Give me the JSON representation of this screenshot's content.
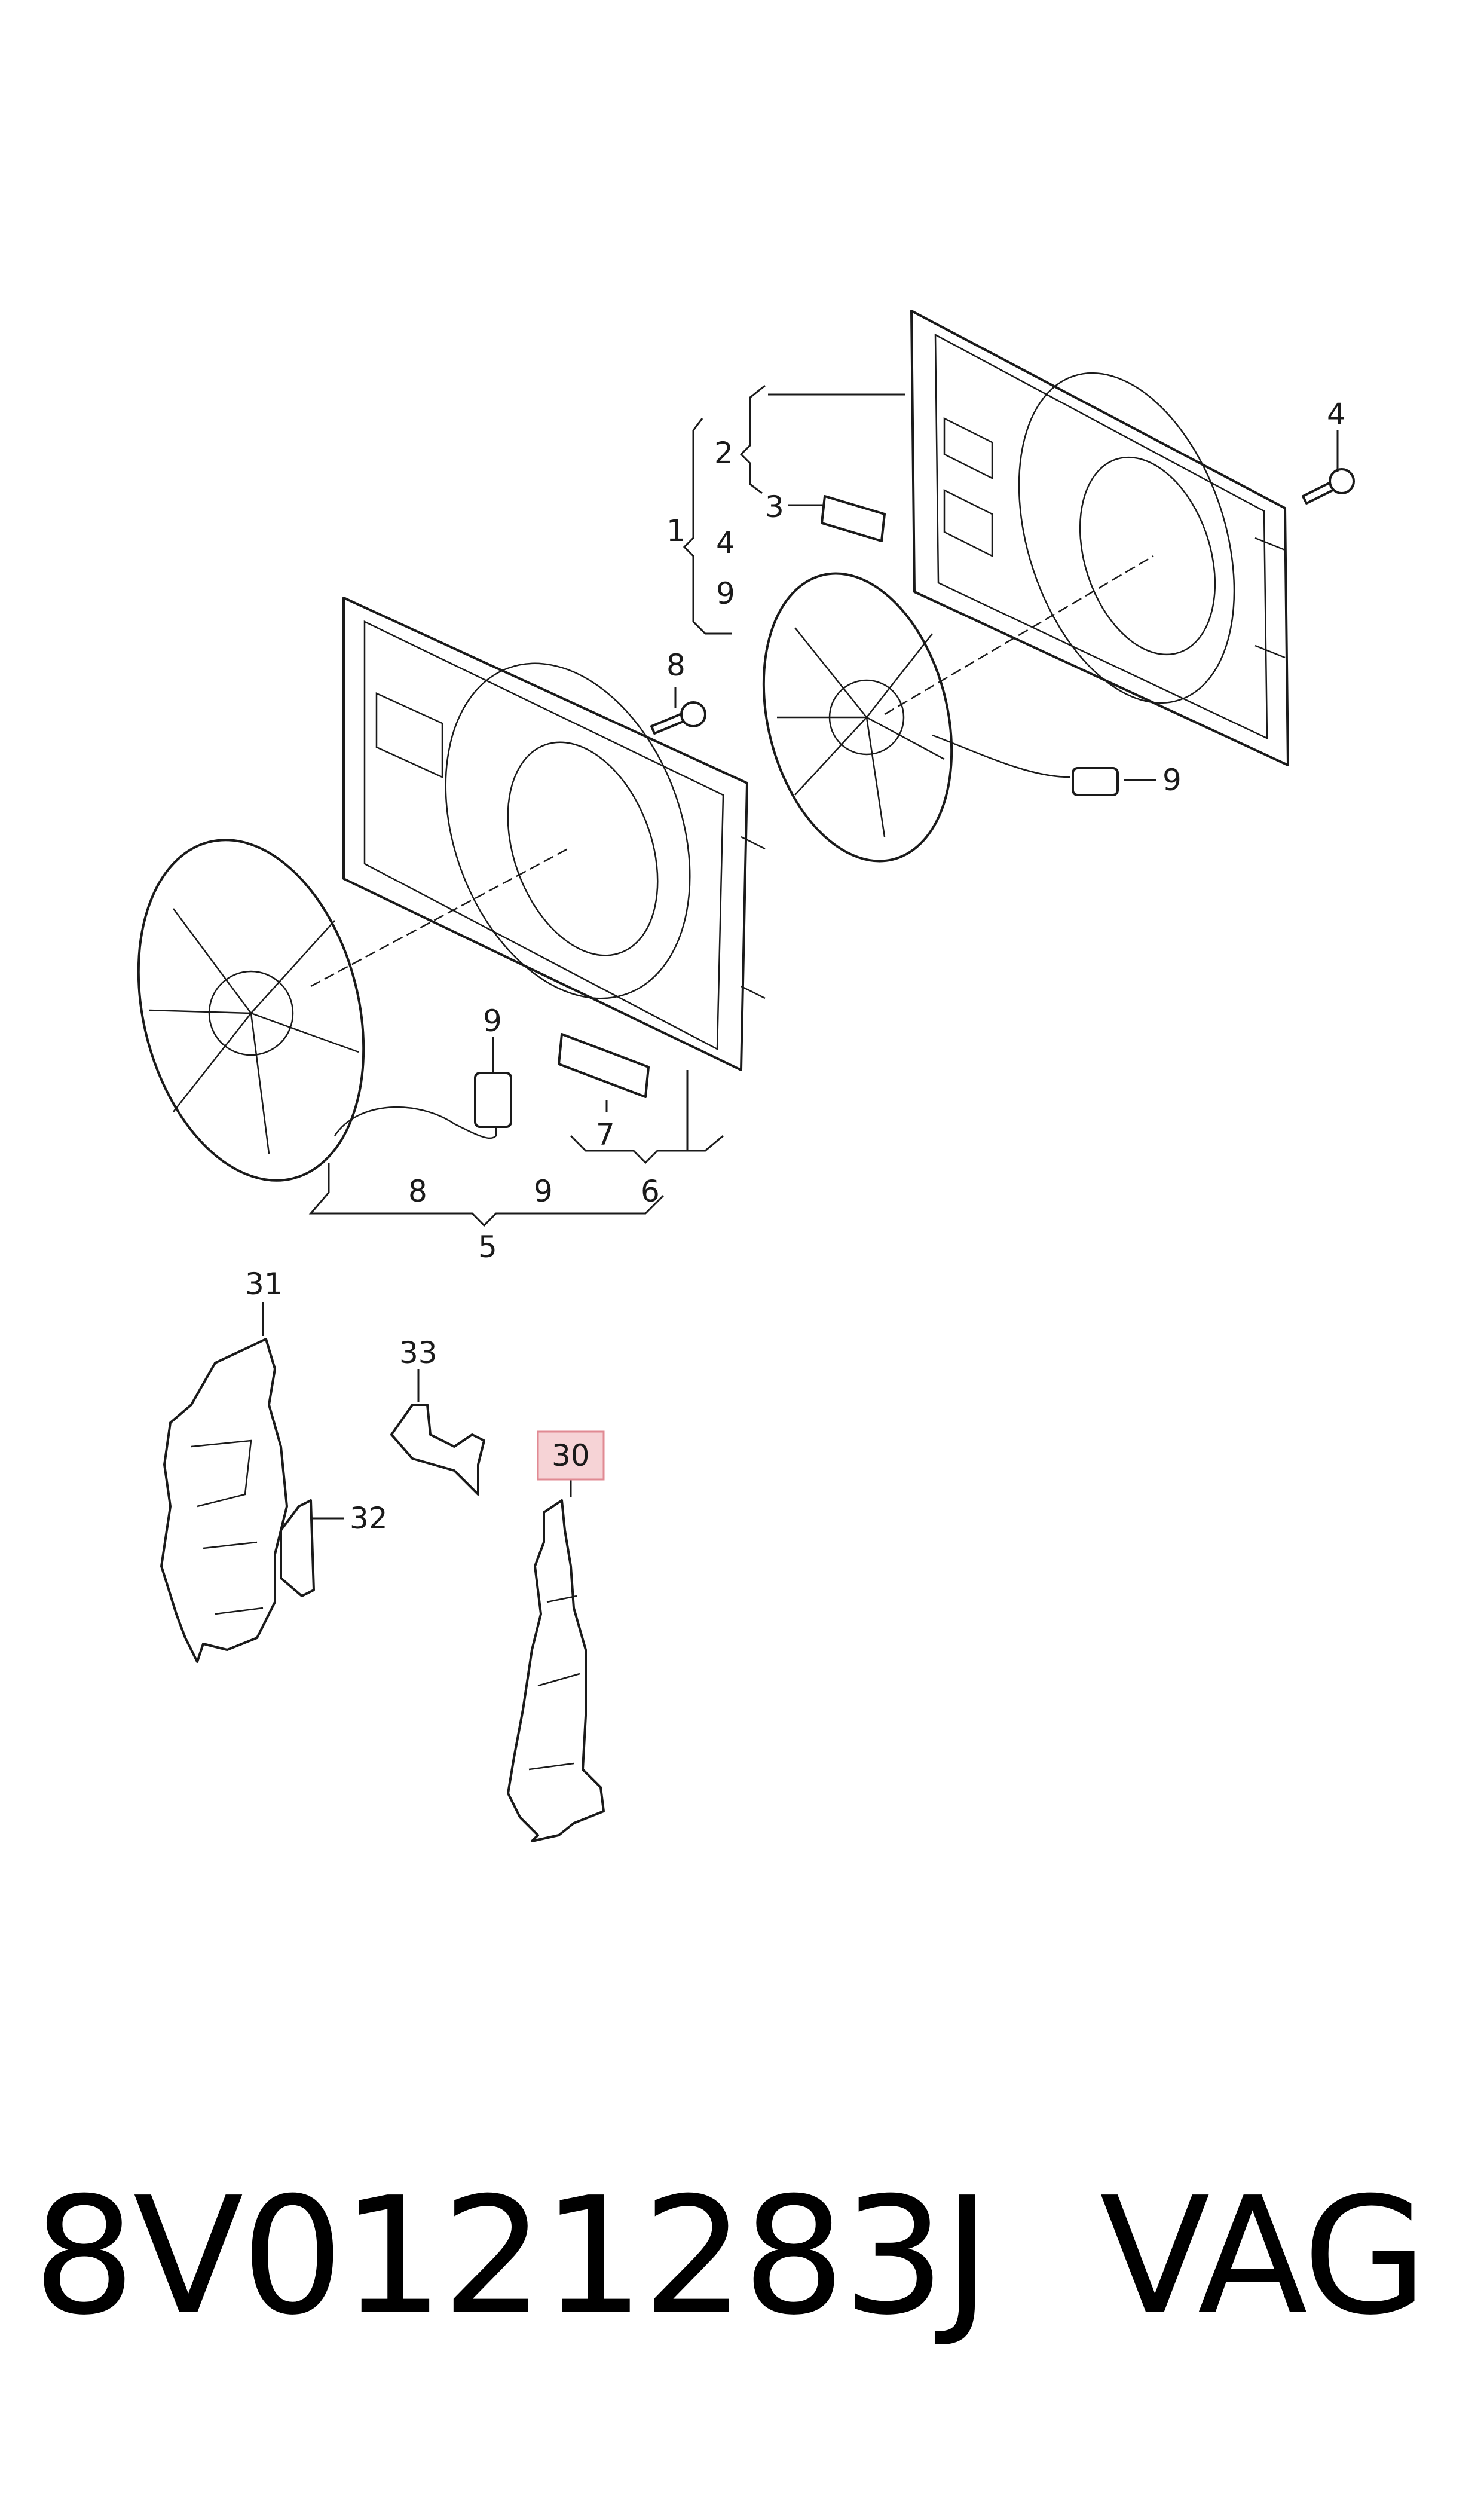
{
  "callouts": {
    "c1": "1",
    "c2": "2",
    "c3": "3",
    "c4_top": "4",
    "c4_bracket": "4",
    "c9_bracket": "9",
    "c8_top": "8",
    "c9_right": "9",
    "c9_left": "9",
    "c7": "7",
    "c6": "6",
    "c8_bottom": "8",
    "c9_bottom": "9",
    "c5": "5",
    "c31": "31",
    "c32": "32",
    "c33": "33",
    "c30": "30"
  },
  "highlighted_callout": "30",
  "footer": {
    "part_number": "8V0121283J",
    "brand": "VAG"
  }
}
